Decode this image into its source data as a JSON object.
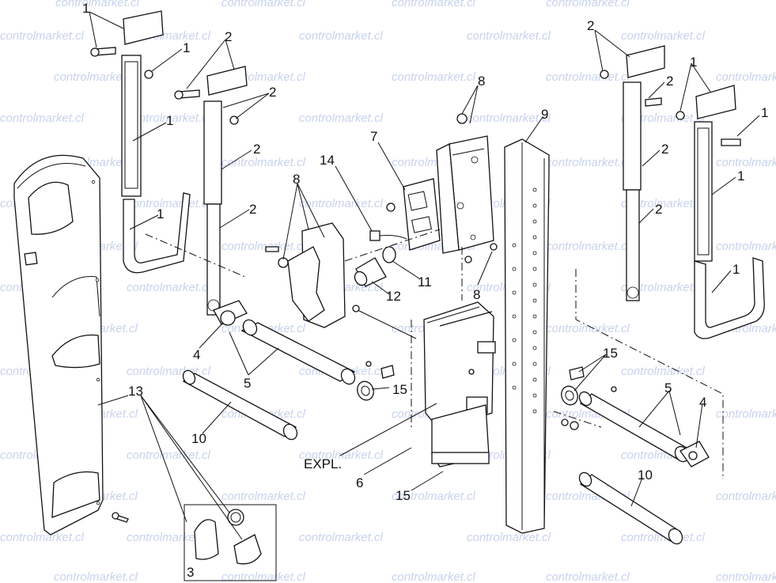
{
  "watermark": "controlmarket.cl",
  "callouts": {
    "c1a": "1",
    "c1b": "1",
    "c1c": "1",
    "c1d": "1",
    "c1e": "1",
    "c1f": "1",
    "c1g": "1",
    "c1h": "1",
    "c2a": "2",
    "c2b": "2",
    "c2c": "2",
    "c2d": "2",
    "c2e": "2",
    "c2f": "2",
    "c2g": "2",
    "c3": "3",
    "c4a": "4",
    "c4b": "4",
    "c5a": "5",
    "c5b": "5",
    "c6": "6",
    "c7": "7",
    "c8a": "8",
    "c8b": "8",
    "c8c": "8",
    "c9": "9",
    "c10a": "10",
    "c10b": "10",
    "c11": "11",
    "c12": "12",
    "c13": "13",
    "c14": "14",
    "c15a": "15",
    "c15b": "15",
    "c15c": "15"
  },
  "expl_label": "EXPL."
}
